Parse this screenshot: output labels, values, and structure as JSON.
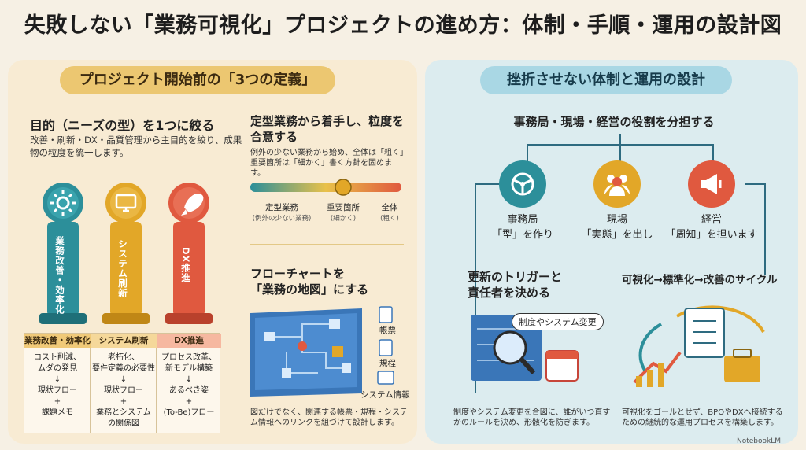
{
  "title": "失敗しない「業務可視化」プロジェクトの進め方：体制・手順・運用の設計図",
  "left": {
    "header": "プロジェクト開始前の「3つの定義」",
    "purpose": {
      "heading": "目的（ニーズの型）を1つに絞る",
      "desc": "改善・刷新・DX・品質管理から主目的を絞り、成果物の粒度を統一します。",
      "columns": [
        {
          "label": "業務改善・効率化",
          "icon": "gear-icon"
        },
        {
          "label": "システム刷新",
          "icon": "monitor-icon"
        },
        {
          "label": "DX推進",
          "icon": "rocket-icon"
        }
      ],
      "table": {
        "headers": [
          "業務改善・効率化",
          "システム刷新",
          "DX推進"
        ],
        "cells": [
          [
            "コスト削減、",
            "ムダの発見",
            "↓",
            "現状フロー",
            "+",
            "課題メモ"
          ],
          [
            "老朽化、",
            "要件定義の必要性",
            "↓",
            "現状フロー",
            "+",
            "業務とシステム",
            "の関係図"
          ],
          [
            "プロセス改革、",
            "新モデル構築",
            "↓",
            "あるべき姿",
            "+",
            "(To-Be)フロー"
          ]
        ]
      }
    },
    "scope": {
      "heading": "定型業務から着手し、粒度を合意する",
      "desc": "例外の少ない業務から始め、全体は「粗く」重要箇所は「細かく」書く方針を固めます。",
      "scale_labels": [
        {
          "main": "定型業務",
          "sub": "(例外の少ない業務)"
        },
        {
          "main": "重要箇所",
          "sub": "(細かく)"
        },
        {
          "main": "全体",
          "sub": "(粗く)"
        }
      ]
    },
    "flowchart": {
      "heading_line1": "フローチャートを",
      "heading_line2": "「業務の地図」にする",
      "links": [
        "帳票",
        "規程",
        "システム情報"
      ],
      "desc": "図だけでなく、関連する帳票・規程・システム情報へのリンクを組づけて設計します。"
    }
  },
  "right": {
    "header": "挫折させない体制と運用の設計",
    "roles_heading": "事務局・現場・経営の役割を分担する",
    "roles": [
      {
        "name": "事務局",
        "role": "「型」を作り",
        "icon": "steering-wheel-icon",
        "color": "#2c8f9a"
      },
      {
        "name": "現場",
        "role": "「実態」を出し",
        "icon": "people-icon",
        "color": "#e2a728"
      },
      {
        "name": "経営",
        "role": "「周知」を担います",
        "icon": "megaphone-icon",
        "color": "#e0593f"
      }
    ],
    "trigger": {
      "heading_line1": "更新のトリガーと",
      "heading_line2": "責任者を決める",
      "bubble": "制度やシステム変更",
      "desc": "制度やシステム変更を合図に、誰がいつ直すかのルールを決め、形骸化を防ぎます。"
    },
    "cycle": {
      "heading": "可視化→標準化→改善のサイクル",
      "desc": "可視化をゴールとせず、BPOやDXへ接続するための継続的な運用プロセスを構築します。"
    }
  },
  "watermark": "NotebookLM"
}
